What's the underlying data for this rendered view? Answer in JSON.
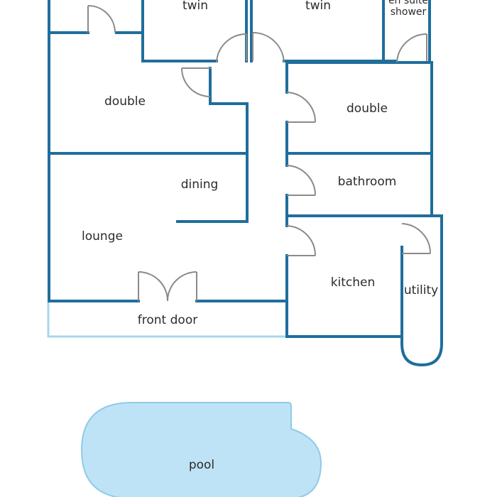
{
  "colors": {
    "wall": "#1f6e9c",
    "wall_light": "#a9d6ec",
    "door": "#8a8a8a",
    "pool_fill": "#bfe3f6",
    "label": "#2b2b2b"
  },
  "rooms": {
    "twin_left": "twin",
    "twin_right": "twin",
    "ensuite_line1": "en suite",
    "ensuite_line2": "shower",
    "double_left": "double",
    "double_right": "double",
    "dining": "dining",
    "bathroom": "bathroom",
    "lounge": "lounge",
    "kitchen": "kitchen",
    "utility": "utility",
    "front_door": "front door",
    "pool": "pool"
  }
}
